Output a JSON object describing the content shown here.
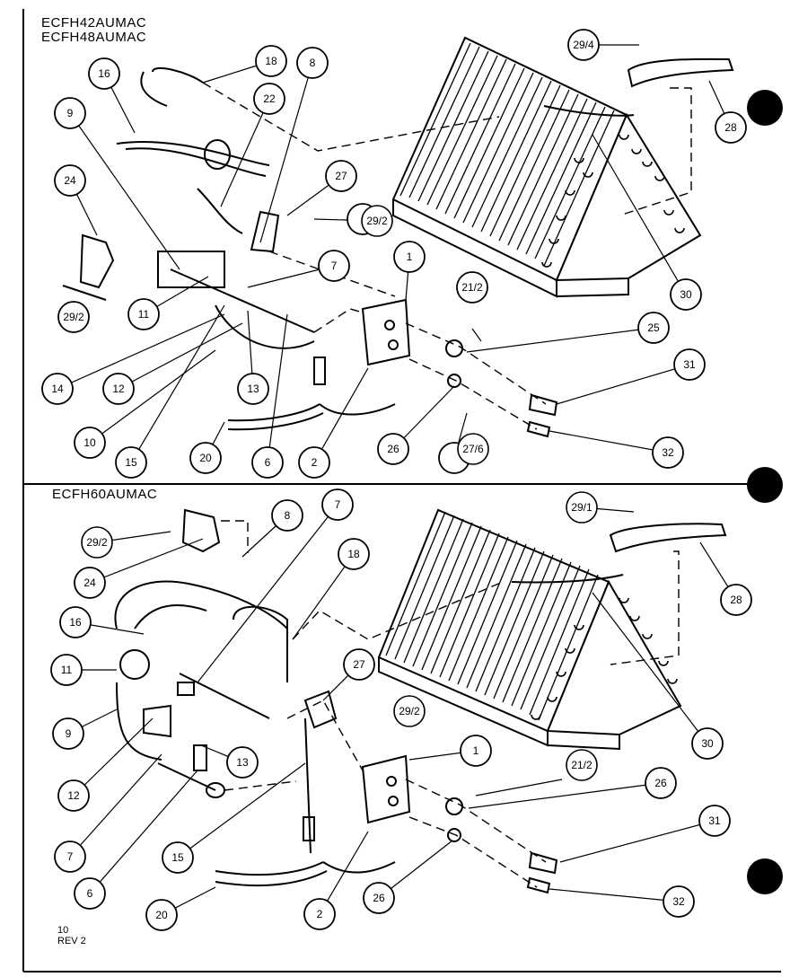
{
  "titles": {
    "top_line1": "ECFH42AUMAC",
    "top_line2": "ECFH48AUMAC",
    "bottom": "ECFH60AUMAC"
  },
  "footer": {
    "line1": "10",
    "line2": "REV 2"
  },
  "callouts": {
    "top": [
      "16",
      "18",
      "8",
      "9",
      "22",
      "24",
      "27",
      "29/2",
      "29/2",
      "11",
      "7",
      "14",
      "12",
      "13",
      "10",
      "15",
      "20",
      "6",
      "2",
      "1",
      "21/2",
      "25",
      "26",
      "31",
      "27/6",
      "32",
      "29/4",
      "28",
      "30"
    ],
    "bottom": [
      "29/2",
      "24",
      "8",
      "7",
      "18",
      "16",
      "11",
      "9",
      "12",
      "7",
      "6",
      "13",
      "15",
      "20",
      "2",
      "27",
      "29/2",
      "1",
      "21/2",
      "26",
      "26",
      "31",
      "32",
      "29/1",
      "28",
      "30"
    ]
  }
}
